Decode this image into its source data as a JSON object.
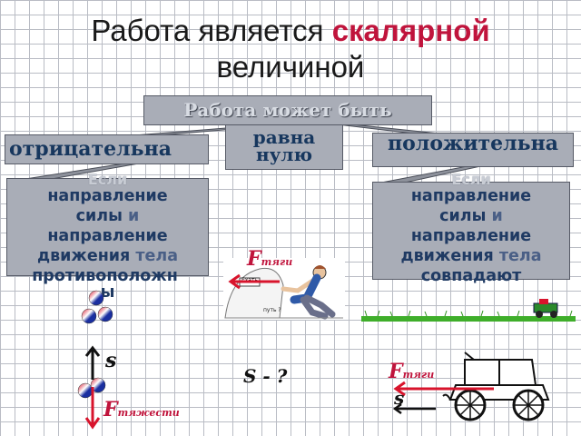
{
  "title": {
    "prefix": "Работа является ",
    "accent": "скалярной",
    "suffix": "величиной"
  },
  "root": {
    "label": "Работа может быть"
  },
  "branches": {
    "negative": {
      "label": "отрицательна"
    },
    "zero": {
      "line1": "равна",
      "line2": "нулю"
    },
    "positive": {
      "label": "положительна"
    }
  },
  "conditions": {
    "left": {
      "if_word": "Если",
      "line1": "направление",
      "force_word": "силы",
      "and_word": "и",
      "line3": "направление",
      "motion_word": "движения",
      "body_word": "тела",
      "ending": "противоположн",
      "ending2": "ы"
    },
    "right": {
      "if_word": "Если",
      "line1": "направление",
      "force_word": "силы",
      "and_word": "и",
      "line3": "направление",
      "motion_word": "движения",
      "body_word": "тела",
      "ending": "совпадают"
    }
  },
  "illustrations": {
    "man_sign": "Ехать",
    "man_caption": "путь ?",
    "pull_force": {
      "symbol": "F",
      "subscript": "тяги"
    },
    "gravity_force": {
      "symbol": "F",
      "subscript": "тяжести"
    },
    "displacement_left": "s",
    "question": "S - ?",
    "car_force": {
      "symbol": "F",
      "subscript": "тяги"
    },
    "car_displacement": "s"
  },
  "colors": {
    "accent": "#c0143c",
    "box": "#a9adb7",
    "text_dark_blue": "#17375e"
  }
}
